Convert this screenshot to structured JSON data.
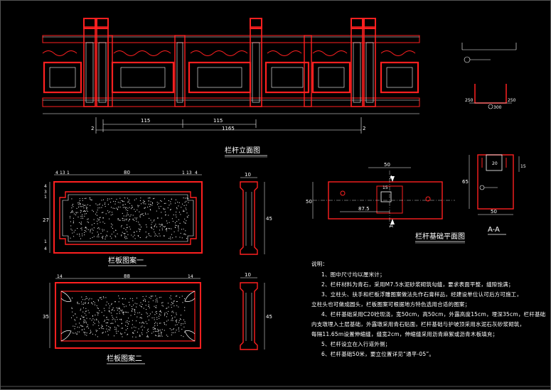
{
  "titles": {
    "elevation": "栏杆立面图",
    "panel1": "栏板图案一",
    "panel2": "栏板图案二",
    "foundation": "栏杆基础平面图",
    "section": "A-A"
  },
  "elevation_dims": {
    "span_a": "115",
    "span_b": "115",
    "total": "1165",
    "left_mark": "2",
    "right_mark": "2"
  },
  "panel1_dims": {
    "top_left_1": "4",
    "top_left_2": "13",
    "top_left_3": "1",
    "width": "80",
    "top_right_1": "1",
    "top_right_2": "13",
    "top_right_3": "4",
    "side_1": "4",
    "side_2": "3",
    "side_3": "1",
    "height": "27",
    "side_4": "1",
    "side_5": "4",
    "post_width": "10",
    "post_height": "45"
  },
  "panel2_dims": {
    "top_left": "14",
    "width": "88",
    "top_right": "14",
    "height": "35",
    "post_width": "10",
    "post_height": "45"
  },
  "foundation_dims": {
    "width": "50",
    "inner": "15",
    "offset": "87.5",
    "depth": "50",
    "section_mark": "A"
  },
  "section_dims": {
    "height": "65",
    "width": "50",
    "inner_a": "20",
    "inner_b": "15"
  },
  "detail_dims": {
    "left": "250",
    "right": "250",
    "bottom": "300"
  },
  "notes": {
    "heading": "说明：",
    "items": [
      "1、图中尺寸均以厘米计；",
      "2、栏杆材料为青石，采用M7.5水泥砂浆砌筑勾缝，要求表面平整，缝隙饱满；",
      "3、立柱头、扶手和栏板浮雕图案做法先作石膏样品，经建设单位认可后方可施工，",
      "立柱头也可做成圆头，栏板图案可根据地方特色选用合适的图案；",
      "4、栏杆基础采用C20砼现浇，宽50cm，高50cm，外露高度15cm，埋深35cm，栏杆基础",
      "内支墩埋入土层基础，外露墩采用青石贴面，栏杆基础与护坡顶采用水泥石灰砂浆砌筑，",
      "每隔11.65m设置伸缩缝，缝宽2cm，伸缩缝采用沥青麻絮或沥青木板填充；",
      "5、栏杆设立在入行道外侧；",
      "6、栏杆基础50米，要立位置详见“通平-05”。"
    ]
  },
  "colors": {
    "background": "#000000",
    "primary": "#ff1e1e",
    "line": "#ffffff",
    "dim": "#ffffff"
  }
}
